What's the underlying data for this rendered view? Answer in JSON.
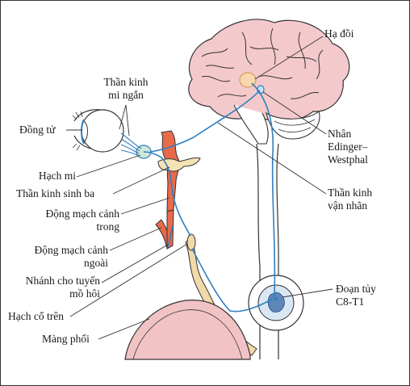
{
  "labels": {
    "ha_doi": "Hạ đồi",
    "than_kinh_mi_ngan": [
      "Thần kinh",
      "mi ngắn"
    ],
    "dong_tu": "Đồng tử",
    "nhan_ew": [
      "Nhân",
      "Edinger–",
      "Westphal"
    ],
    "hach_mi": "Hạch mi",
    "than_kinh_sinh_ba": "Thần kinh sinh ba",
    "than_kinh_van_nhan": [
      "Thần kinh",
      "vận nhãn"
    ],
    "dong_mach_canh_trong": [
      "Động mạch cảnh",
      "trong"
    ],
    "dong_mach_canh_ngoai": [
      "Động mạch cảnh",
      "ngoài"
    ],
    "nhanh_tuyen_mo_hoi": [
      "Nhánh cho tuyến",
      "mồ hôi"
    ],
    "doan_tuy": [
      "Đoạn tủy",
      "C8-T1"
    ],
    "hach_co_tren": "Hạch cổ trên",
    "mang_phoi": "Màng phổi"
  },
  "colors": {
    "brain_fill": "#f4c9cc",
    "artery_fill": "#e86a4a",
    "nerve_blue": "#2f7fc1",
    "hypothalamus_fill": "#f7d7b0",
    "lung_fill": "#f2c3c5",
    "sympathetic_fill": "#f1d9a8",
    "spinal_fill": "#d9e6f4",
    "line": "#333333"
  }
}
